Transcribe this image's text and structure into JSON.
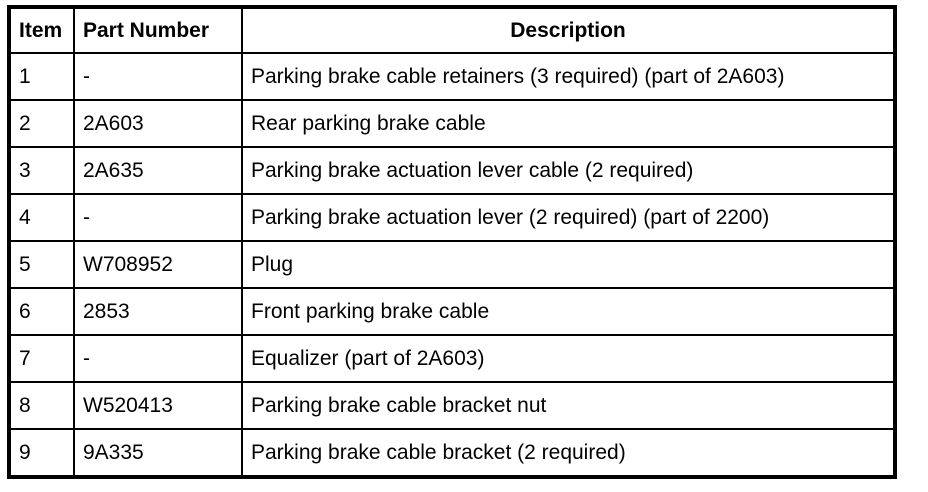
{
  "table": {
    "headers": {
      "item": "Item",
      "part_number": "Part Number",
      "description": "Description"
    },
    "rows": [
      {
        "item": "1",
        "part_number": "-",
        "description": "Parking brake cable retainers (3 required) (part of 2A603)"
      },
      {
        "item": "2",
        "part_number": "2A603",
        "description": "Rear parking brake cable"
      },
      {
        "item": "3",
        "part_number": "2A635",
        "description": "Parking brake actuation lever cable (2 required)"
      },
      {
        "item": "4",
        "part_number": "-",
        "description": "Parking brake actuation lever (2 required) (part of 2200)"
      },
      {
        "item": "5",
        "part_number": "W708952",
        "description": "Plug"
      },
      {
        "item": "6",
        "part_number": "2853",
        "description": "Front parking brake cable"
      },
      {
        "item": "7",
        "part_number": "-",
        "description": "Equalizer (part of 2A603)"
      },
      {
        "item": "8",
        "part_number": "W520413",
        "description": "Parking brake cable bracket nut"
      },
      {
        "item": "9",
        "part_number": "9A335",
        "description": "Parking brake cable bracket (2 required)"
      }
    ],
    "colors": {
      "border": "#000000",
      "text": "#000000",
      "background": "#ffffff"
    }
  }
}
